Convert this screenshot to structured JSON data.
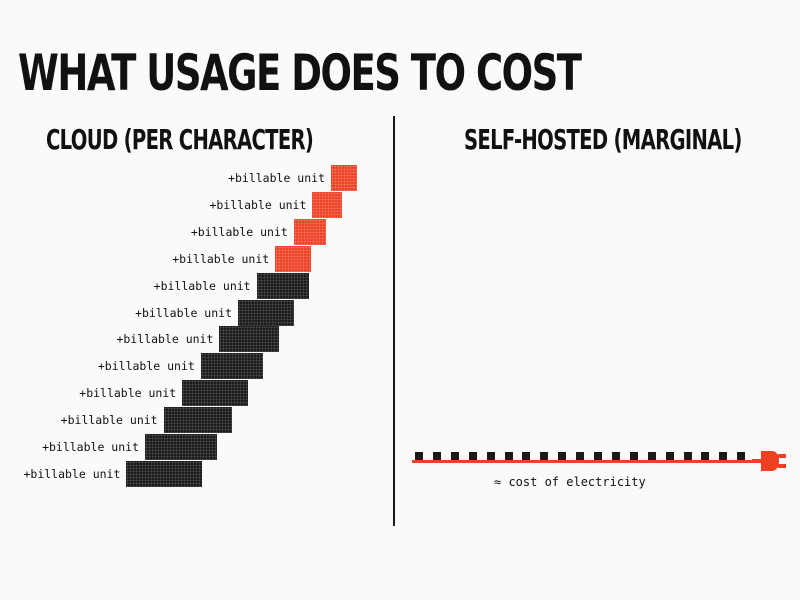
{
  "title": "WHAT USAGE DOES TO COST",
  "left_panel": {
    "heading": "CLOUD (PER CHARACTER)",
    "steps": [
      {
        "label": "+billable unit",
        "color": "#ef4023"
      },
      {
        "label": "+billable unit",
        "color": "#ef4023"
      },
      {
        "label": "+billable unit",
        "color": "#ef4023"
      },
      {
        "label": "+billable unit",
        "color": "#ef4023"
      },
      {
        "label": "+billable unit",
        "color": "#1b1b1b"
      },
      {
        "label": "+billable unit",
        "color": "#1b1b1b"
      },
      {
        "label": "+billable unit",
        "color": "#1b1b1b"
      },
      {
        "label": "+billable unit",
        "color": "#1b1b1b"
      },
      {
        "label": "+billable unit",
        "color": "#1b1b1b"
      },
      {
        "label": "+billable unit",
        "color": "#1b1b1b"
      },
      {
        "label": "+billable unit",
        "color": "#1b1b1b"
      },
      {
        "label": "+billable unit",
        "color": "#1b1b1b"
      }
    ]
  },
  "right_panel": {
    "heading": "SELF-HOSTED (MARGINAL)",
    "caption": "≈ cost of electricity",
    "line_color": "#ef4023",
    "icon": "power-plug-icon"
  }
}
